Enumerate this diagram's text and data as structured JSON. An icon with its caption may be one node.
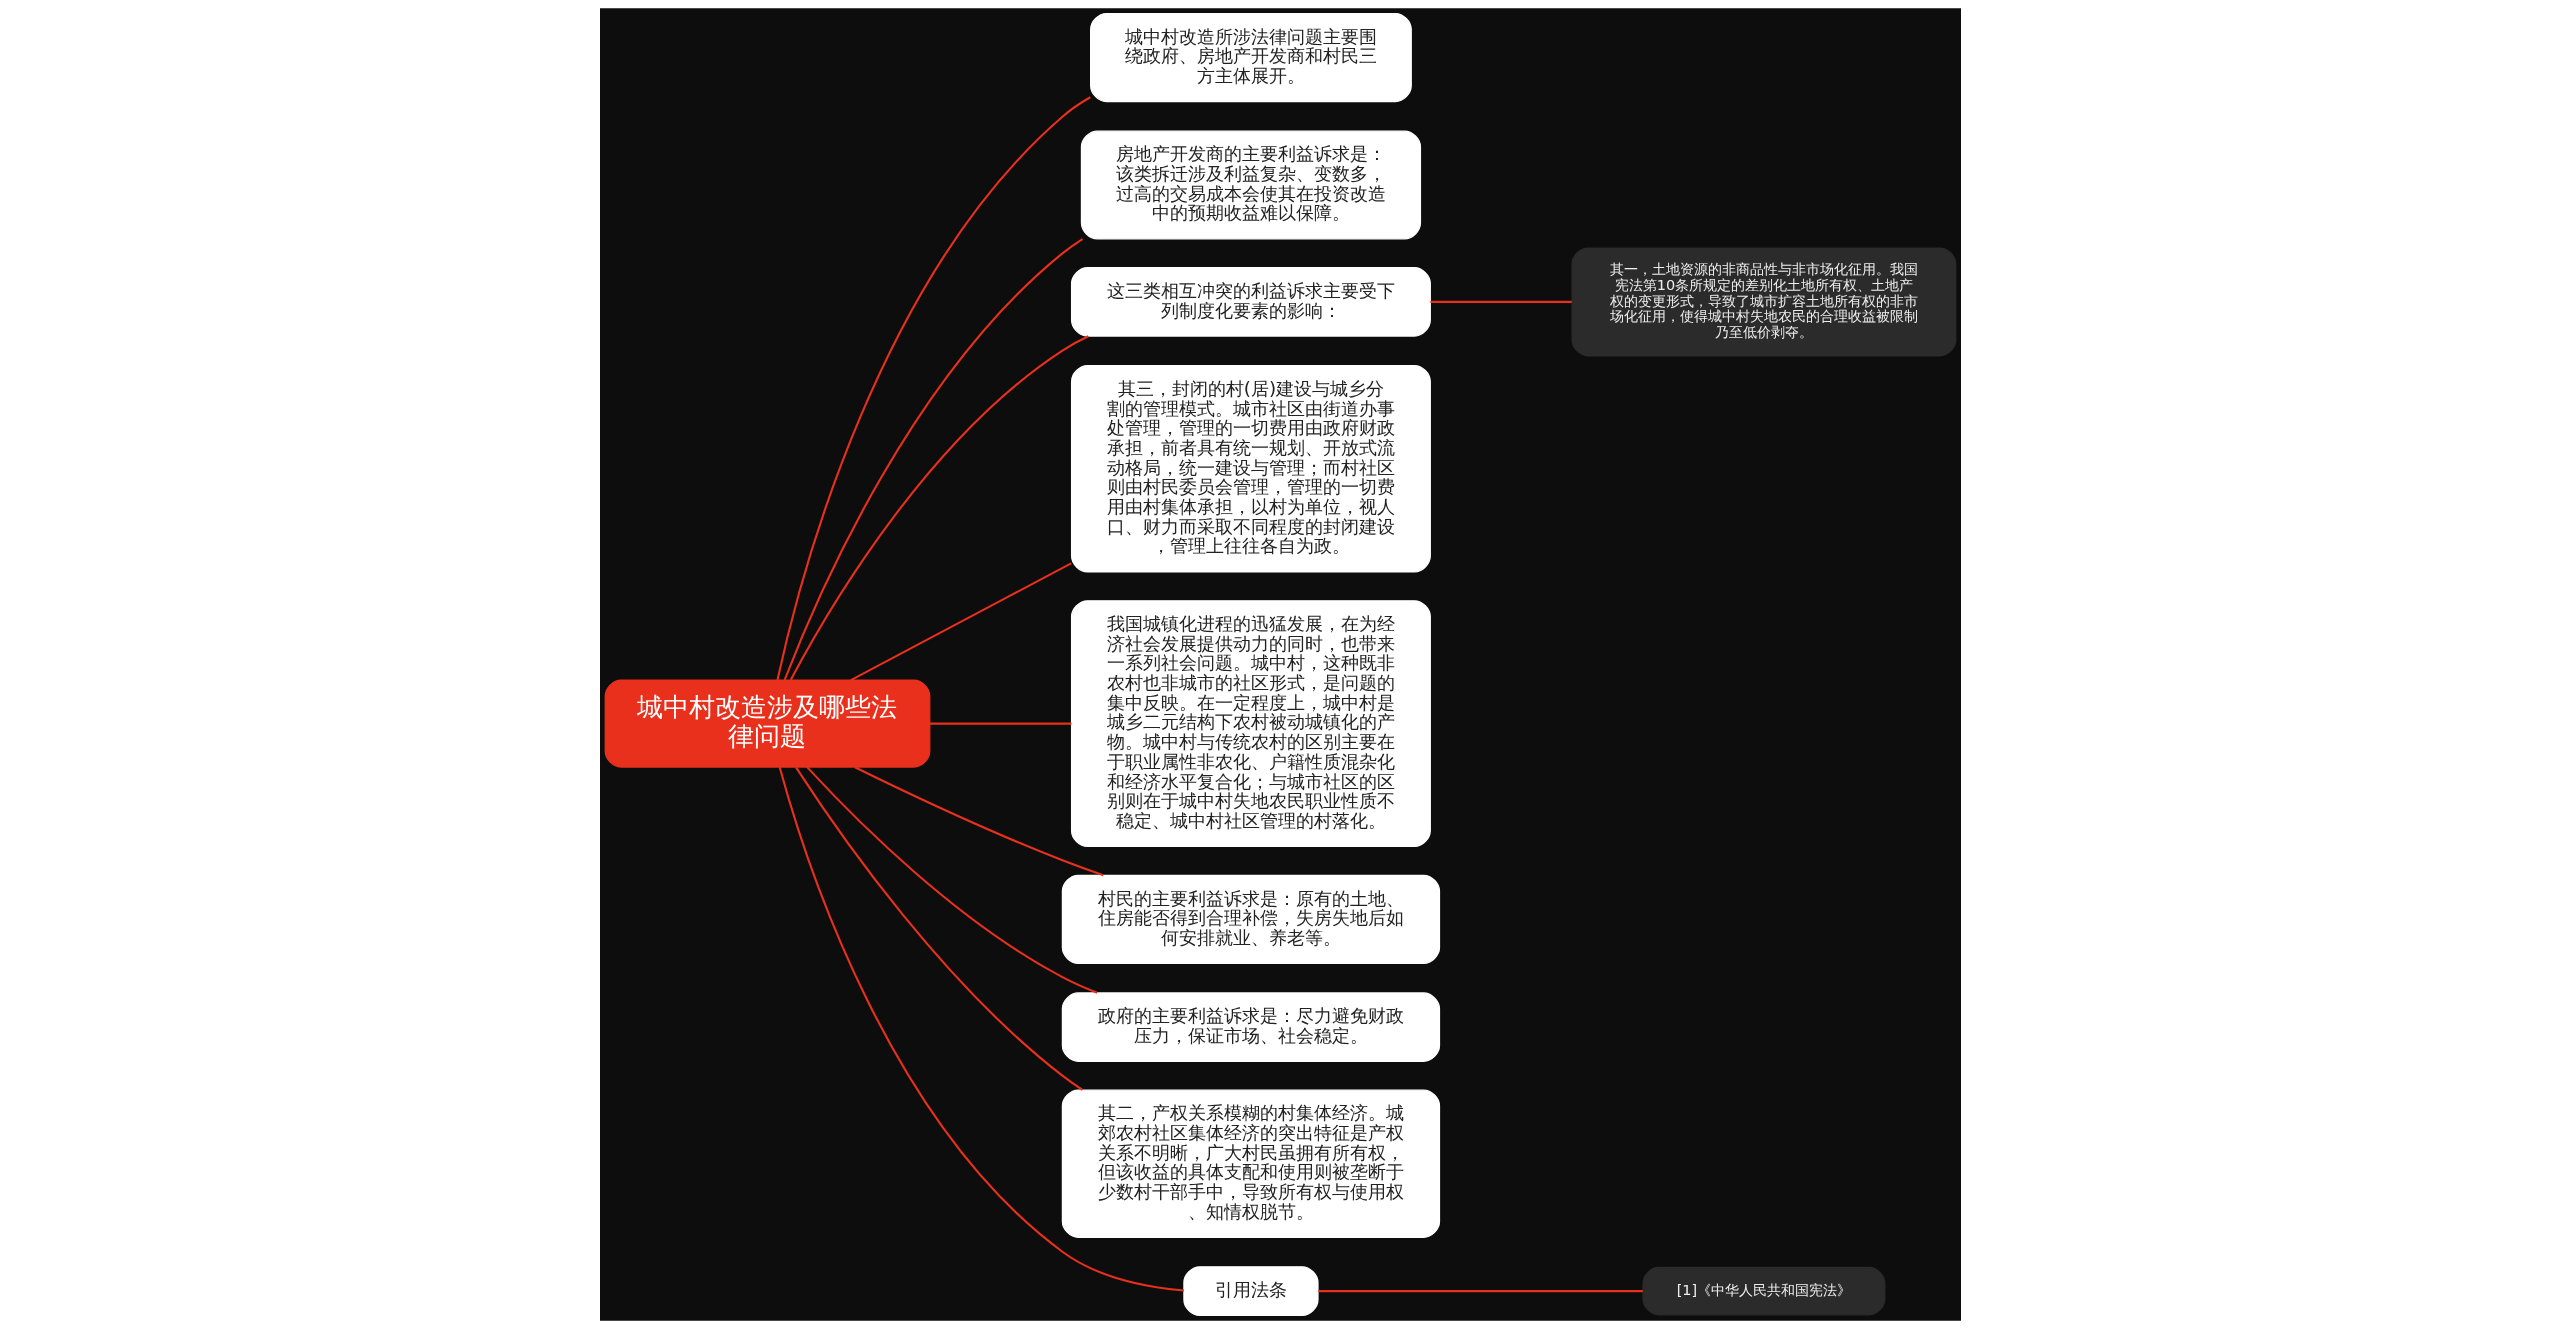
{
  "diagram": {
    "nodes": [
      {
        "text": [
          "城中村改造涉及哪些法律问题"
        ]
      },
      {
        "text": [
          "城中村改造所涉法律问题主要围绕政府、房地产开发商和村民三方主体展开。"
        ]
      },
      {
        "text": [
          "房地产开发商的主要利益诉求是：该类拆迁涉及利益复杂、变数多，过高的交易成本会使其在投资改造中的预期收益难以保障。"
        ]
      },
      {
        "text": [
          "这三类相互冲突的利益诉求主要受下列制度化要素的影响："
        ]
      },
      {
        "text": [
          "其一，土地资源的非商品性与非市场化征用。我国宪法第10条所规定的差别化土地所有权、土地产权的变更形式，导致了城市扩容土地所有权的非市场化征用，使得城中村失地农民的合理收益被限制乃至低价剥夺。"
        ]
      },
      {
        "text": [
          "其三，封闭的村(居)建设与城乡分割的管理模式。城市社区由街道办事处管理，管理的一切费用由政府财政承担，前者具有统一规划、开放式流动格局，统一建设与管理；而村社区则由村民委员会管理，管理的一切费用由村集体承担，以村为单位，视人口、财力而采取不同程度的封闭建设，管理上往往各自为政。"
        ]
      },
      {
        "text": [
          "我国城镇化进程的迅猛发展，在为经济社会发展提供动力的同时，也带来一系列社会问题。城中村，这种既非农村也非城市的社区形式，是问题的集中反映。在一定程度上，城中村是城乡二元结构下农村被动城镇化的产物。城中村与传统农村的区别主要在于职业属性非农化、户籍性质混杂化和经济水平复合化；与城市社区的区别则在于城中村失地农民职业性质不稳定、城中村社区管理的村落化。"
        ]
      },
      {
        "text": [
          "村民的主要利益诉求是：原有的土地、住房能否得到合理补偿，失房失地后如何安排就业、养老等。"
        ]
      },
      {
        "text": [
          "政府的主要利益诉求是：尽力避免财政压力，保证市场、社会稳定。"
        ]
      },
      {
        "text": [
          "其二，产权关系模糊的村集体经济。城郊农村社区集体经济的突出特征是产权关系不明晰，广大村民虽拥有所有权，但该收益的具体支配和使用则被垄断于少数村干部手中，导致所有权与使用权、知情权脱节。"
        ]
      },
      {
        "text": [
          "引用法条"
        ]
      },
      {
        "text": [
          "[1]《中华人民共和国宪法》"
        ]
      }
    ],
    "edges": [
      {
        "from": 0,
        "to": 1,
        "arrow": "none"
      },
      {
        "from": 0,
        "to": 2,
        "arrow": "none"
      },
      {
        "from": 0,
        "to": 3,
        "arrow": "none"
      },
      {
        "from": 3,
        "to": 4,
        "arrow": "none"
      },
      {
        "from": 0,
        "to": 5,
        "arrow": "none"
      },
      {
        "from": 0,
        "to": 6,
        "arrow": "none"
      },
      {
        "from": 0,
        "to": 7,
        "arrow": "none"
      },
      {
        "from": 0,
        "to": 8,
        "arrow": "none"
      },
      {
        "from": 0,
        "to": 9,
        "arrow": "none"
      },
      {
        "from": 0,
        "to": 10,
        "arrow": "none"
      },
      {
        "from": 10,
        "to": 11,
        "arrow": "none"
      }
    ]
  }
}
